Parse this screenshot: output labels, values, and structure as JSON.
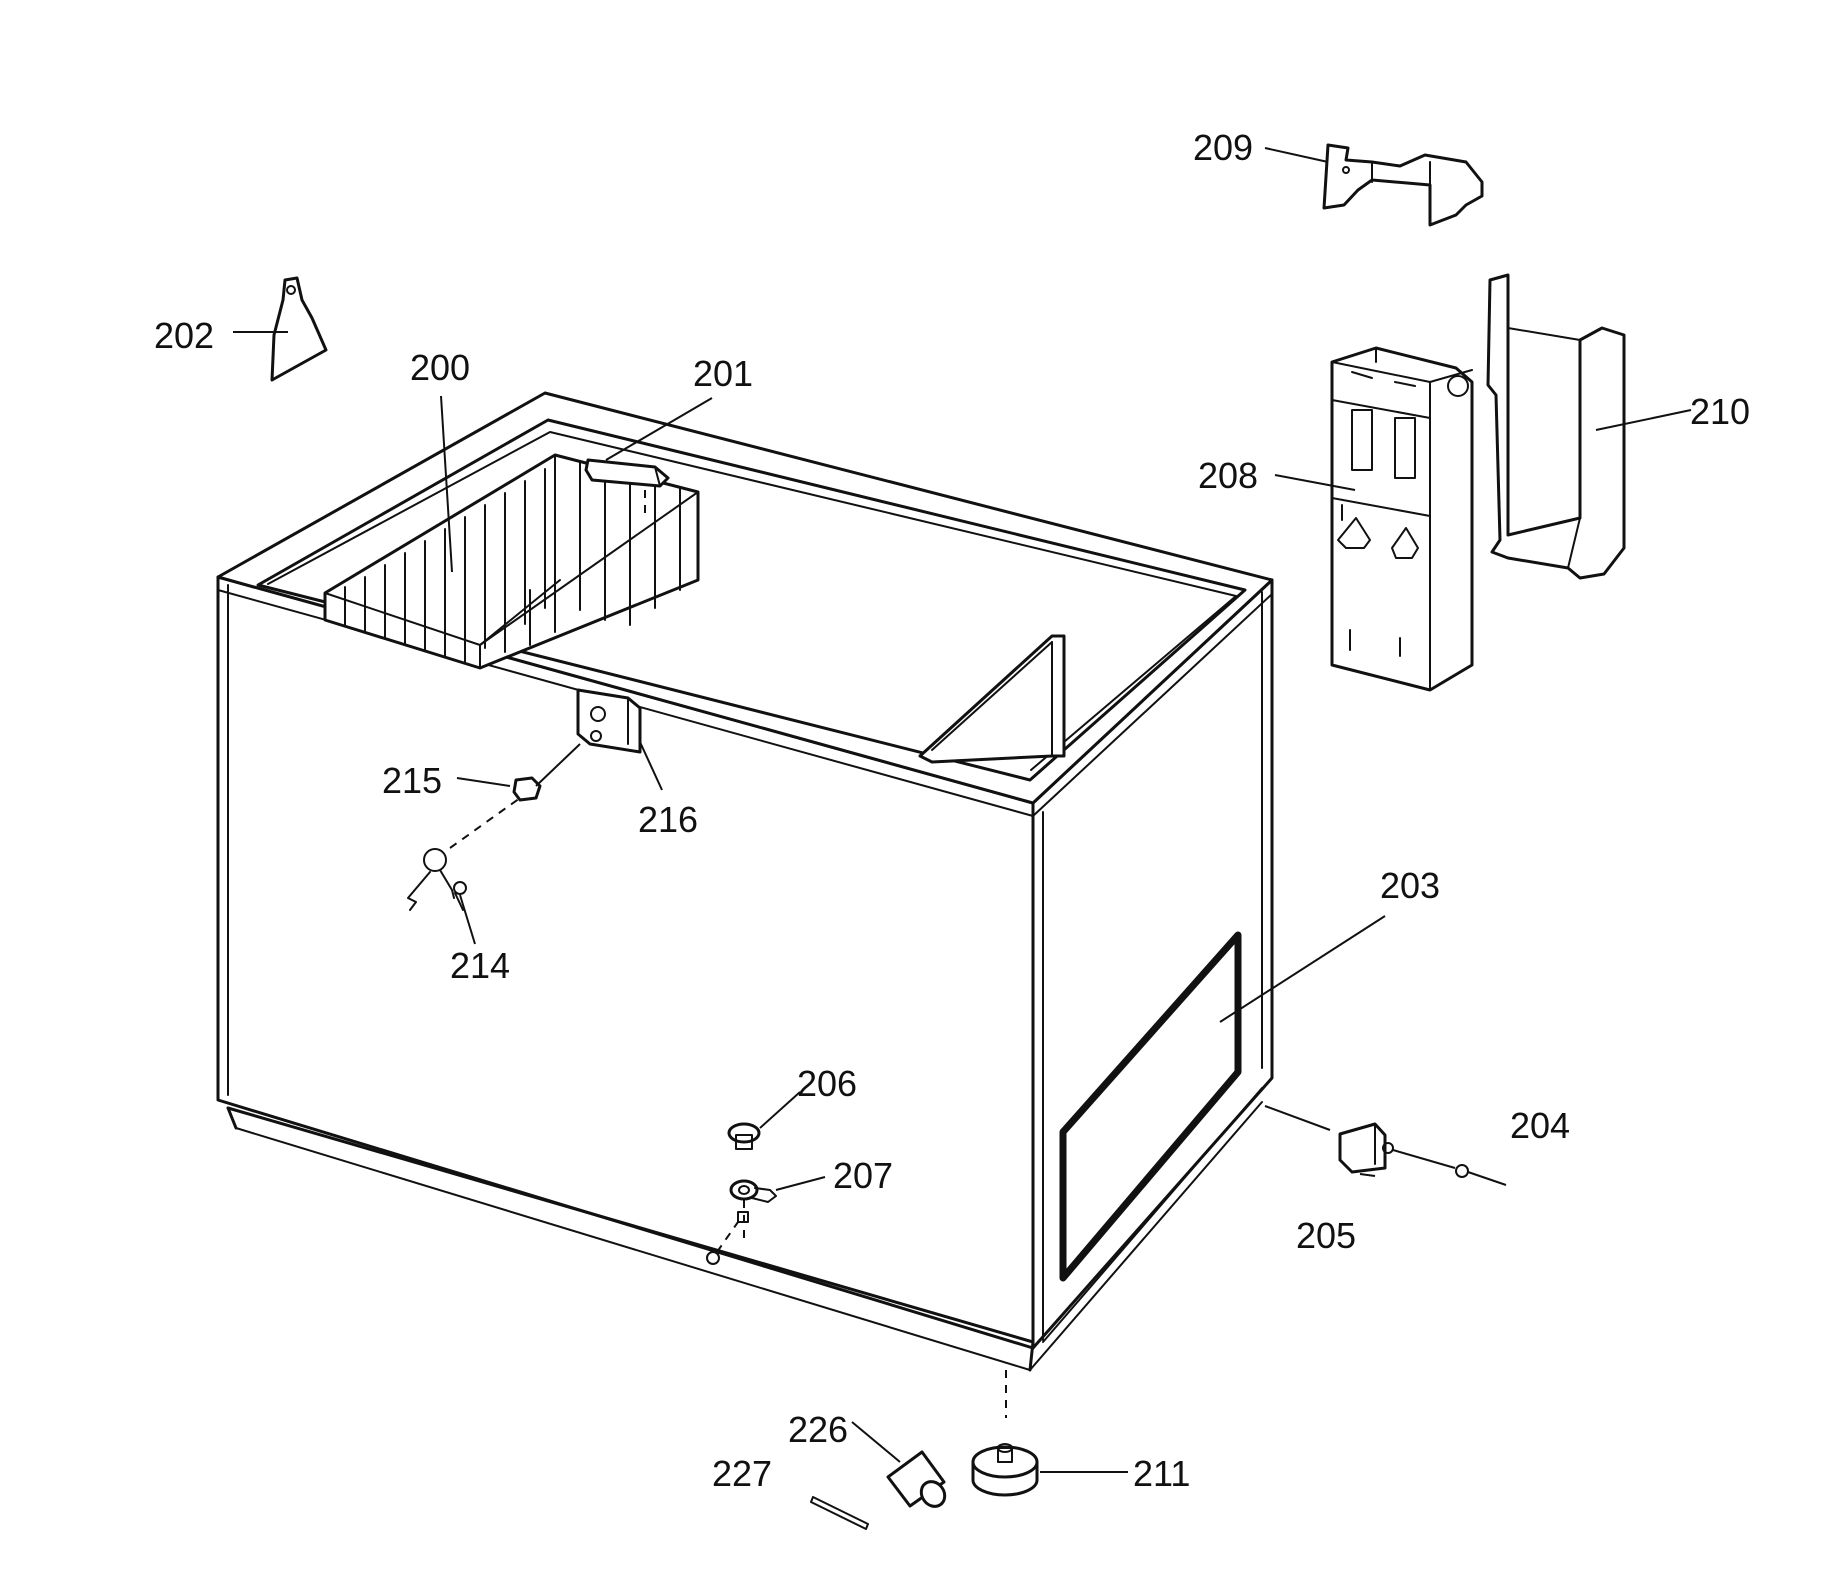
{
  "diagram": {
    "callouts": {
      "c200": "200",
      "c201": "201",
      "c202": "202",
      "c203": "203",
      "c204": "204",
      "c205": "205",
      "c206": "206",
      "c207": "207",
      "c208": "208",
      "c209": "209",
      "c210": "210",
      "c211": "211",
      "c214": "214",
      "c215": "215",
      "c216": "216",
      "c226": "226",
      "c227": "227"
    }
  }
}
